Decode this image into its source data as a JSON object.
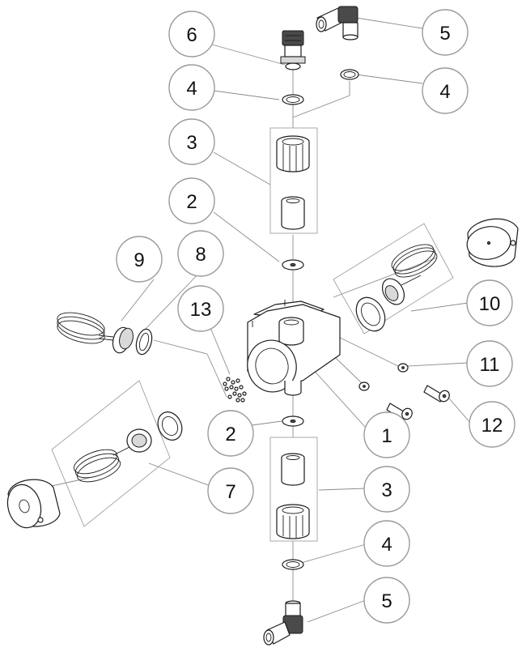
{
  "labels": {
    "top_fitting": "6",
    "elbow_top": "5",
    "oring_top_left": "4",
    "oring_top_right": "4",
    "nut_assembly_top": "3",
    "washer_top": "2",
    "probe_right": "10",
    "sensor_left": "9",
    "ring_left": "8",
    "beads": "13",
    "washer_right": "11",
    "body": "1",
    "screw": "12",
    "washer_bottom": "2",
    "probe_left": "7",
    "nut_assembly_bottom": "3",
    "oring_bottom": "4",
    "elbow_bottom": "5"
  }
}
